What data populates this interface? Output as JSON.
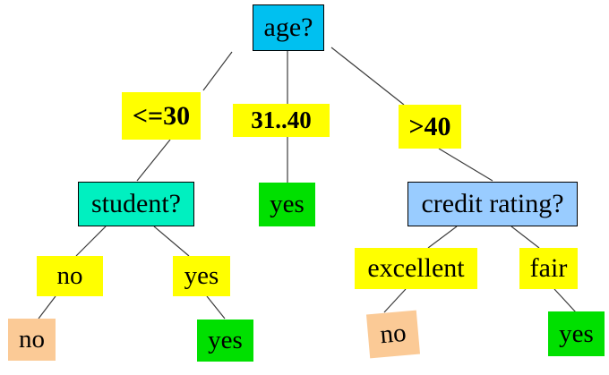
{
  "diagram": {
    "type": "decision-tree",
    "background": "#ffffff",
    "nodes": [
      {
        "id": "age",
        "label": "age?",
        "role": "decision",
        "fill": "#00c0f0",
        "border": "#000000"
      },
      {
        "id": "branch-le30",
        "label": "<=30",
        "role": "branch-label",
        "fill": "#ffff00",
        "bold": true
      },
      {
        "id": "branch-31-40",
        "label": "31..40",
        "role": "branch-label",
        "fill": "#ffff00",
        "bold": true
      },
      {
        "id": "branch-gt40",
        "label": ">40",
        "role": "branch-label",
        "fill": "#ffff00",
        "bold": true
      },
      {
        "id": "student",
        "label": "student?",
        "role": "decision",
        "fill": "#00f0c0",
        "border": "#000000"
      },
      {
        "id": "leaf-yes-middle",
        "label": "yes",
        "role": "leaf",
        "fill": "#00e000"
      },
      {
        "id": "credit-rating",
        "label": "credit rating?",
        "role": "decision",
        "fill": "#99ccff",
        "border": "#000000"
      },
      {
        "id": "branch-no",
        "label": "no",
        "role": "branch-label",
        "fill": "#ffff00"
      },
      {
        "id": "branch-yes",
        "label": "yes",
        "role": "branch-label",
        "fill": "#ffff00"
      },
      {
        "id": "branch-excellent",
        "label": "excellent",
        "role": "branch-label",
        "fill": "#ffff00"
      },
      {
        "id": "branch-fair",
        "label": "fair",
        "role": "branch-label",
        "fill": "#ffff00"
      },
      {
        "id": "leaf-no-left",
        "label": "no",
        "role": "leaf",
        "fill": "#fbca96"
      },
      {
        "id": "leaf-yes-left",
        "label": "yes",
        "role": "leaf",
        "fill": "#00e000"
      },
      {
        "id": "leaf-no-right",
        "label": "no",
        "role": "leaf",
        "fill": "#fbca96",
        "rotated": true
      },
      {
        "id": "leaf-yes-right",
        "label": "yes",
        "role": "leaf",
        "fill": "#00e000"
      }
    ],
    "edges": [
      {
        "from": "age",
        "to": "branch-le30"
      },
      {
        "from": "age",
        "to": "branch-31-40"
      },
      {
        "from": "age",
        "to": "branch-gt40"
      },
      {
        "from": "branch-le30",
        "to": "student"
      },
      {
        "from": "branch-31-40",
        "to": "leaf-yes-middle"
      },
      {
        "from": "branch-gt40",
        "to": "credit-rating"
      },
      {
        "from": "student",
        "to": "branch-no"
      },
      {
        "from": "student",
        "to": "branch-yes"
      },
      {
        "from": "branch-no",
        "to": "leaf-no-left"
      },
      {
        "from": "branch-yes",
        "to": "leaf-yes-left"
      },
      {
        "from": "credit-rating",
        "to": "branch-excellent"
      },
      {
        "from": "credit-rating",
        "to": "branch-fair"
      },
      {
        "from": "branch-excellent",
        "to": "leaf-no-right"
      },
      {
        "from": "branch-fair",
        "to": "leaf-yes-right"
      }
    ],
    "palette": {
      "decision_root": "#00c0f0",
      "decision_student": "#00f0c0",
      "decision_credit": "#99ccff",
      "branch_label": "#ffff00",
      "leaf_yes": "#00e000",
      "leaf_no": "#fbca96",
      "edge": "#3c3c3c",
      "text": "#000000"
    }
  }
}
